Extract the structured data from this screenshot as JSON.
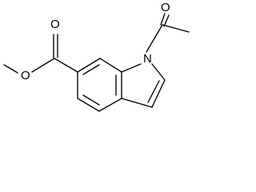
{
  "molecule": {
    "atoms": {
      "O_carbonyl_acetyl": "O",
      "N_indole": "N",
      "O_carbonyl_ester": "O",
      "O_ester_link": "O"
    },
    "colors": {
      "bond": "#000000",
      "label": "#000000",
      "background": "#ffffff"
    }
  }
}
